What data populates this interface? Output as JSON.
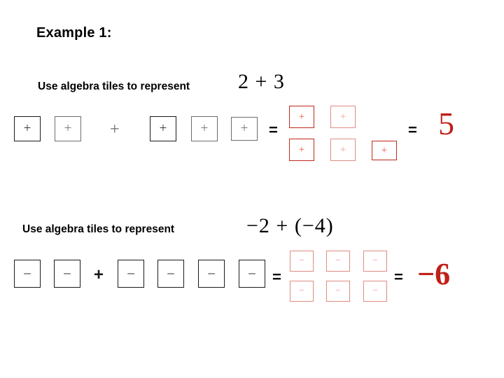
{
  "slide": {
    "title": "Example 1:",
    "background_color": "#ffffff"
  },
  "colors": {
    "black_tile_border": "#1a1a1a",
    "black_tile_glyph": "#3a3a3a",
    "red_tile_border": "#c0281e",
    "red_tile_glyph": "#e4564a",
    "answer_red": "#c0201a",
    "text_black": "#000000"
  },
  "examples": [
    {
      "prompt": "Use algebra tiles to represent",
      "expression": "2 + 3",
      "left_group": {
        "first_operand_tiles": 2,
        "second_operand_tiles": 3,
        "tile_sign": "+",
        "separator": "+"
      },
      "equals_1": "=",
      "result_group": {
        "top_row_tiles": 2,
        "bottom_row_tiles": 3,
        "tile_sign": "+",
        "total": 5
      },
      "equals_2": "=",
      "answer": "5"
    },
    {
      "prompt": "Use algebra tiles to represent",
      "expression": "−2 + (−4)",
      "left_group": {
        "first_operand_tiles": 2,
        "second_operand_tiles": 4,
        "tile_sign": "−",
        "separator": "+"
      },
      "equals_1": "=",
      "result_group": {
        "top_row_tiles": 3,
        "bottom_row_tiles": 3,
        "tile_sign": "−",
        "total": -6
      },
      "equals_2": "=",
      "answer": "−6"
    }
  ]
}
